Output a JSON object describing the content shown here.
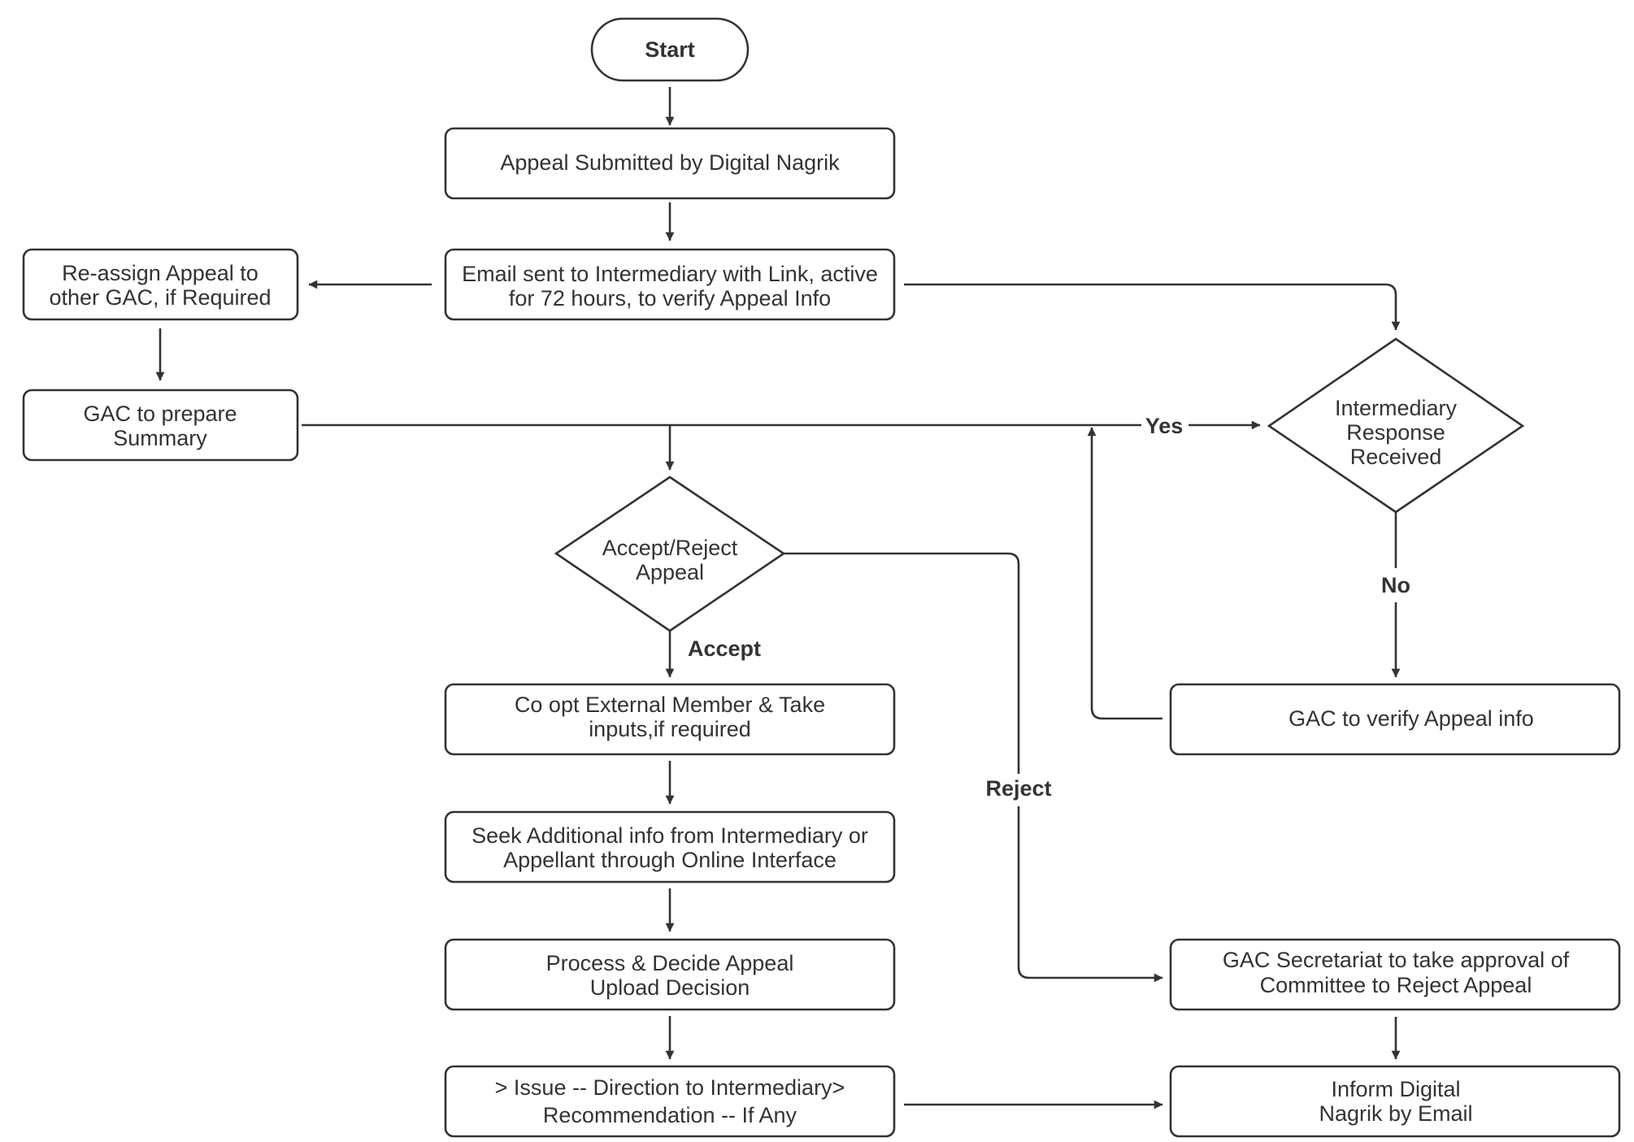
{
  "colors": {
    "stroke": "#333333",
    "fill": "#ffffff",
    "text": "#333333"
  },
  "nodes": {
    "start": "Start",
    "appeal_submitted": "Appeal Submitted by Digital Nagrik",
    "email_sent": [
      "Email sent to Intermediary with Link, active",
      "for 72 hours, to verify Appeal Info"
    ],
    "reassign": [
      "Re-assign Appeal to",
      "other GAC, if Required"
    ],
    "prepare_summary": [
      "GAC to prepare",
      "Summary"
    ],
    "intermediary_response": [
      "Intermediary",
      "Response",
      "Received"
    ],
    "accept_reject": [
      "Accept/Reject",
      "Appeal"
    ],
    "verify_info": "GAC to verify Appeal info",
    "co_opt": [
      "Co opt External Member & Take",
      "inputs,if required"
    ],
    "seek_info": [
      "Seek Additional info from Intermediary or",
      "Appellant through Online Interface"
    ],
    "process_decide": [
      "Process & Decide Appeal",
      "Upload Decision"
    ],
    "issue_direction": [
      "> Issue -- Direction to Intermediary>",
      "Recommendation -- If Any"
    ],
    "secretariat_approval": [
      "GAC Secretariat to take approval of",
      "Committee to Reject Appeal"
    ],
    "inform_nagrik": [
      "Inform Digital",
      "Nagrik by Email"
    ]
  },
  "edge_labels": {
    "yes": "Yes",
    "no": "No",
    "accept": "Accept",
    "reject": "Reject"
  }
}
